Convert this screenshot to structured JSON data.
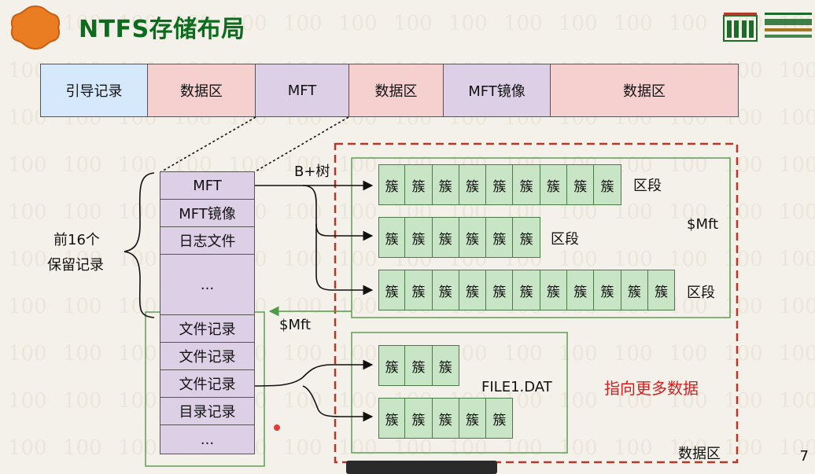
{
  "header": {
    "title": "NTFS存储布局"
  },
  "layout_bar": [
    {
      "label": "引导记录",
      "color": "#d6e8fb"
    },
    {
      "label": "数据区",
      "color": "#f6cfcf"
    },
    {
      "label": "MFT",
      "color": "#dccfe6"
    },
    {
      "label": "数据区",
      "color": "#f6cfcf"
    },
    {
      "label": "MFT镜像",
      "color": "#dccfe6"
    },
    {
      "label": "数据区",
      "color": "#f6cfcf"
    }
  ],
  "mft_rows": [
    "MFT",
    "MFT镜像",
    "日志文件",
    "...",
    "文件记录",
    "文件记录",
    "文件记录",
    "目录记录",
    "..."
  ],
  "labels": {
    "reserved_line1": "前16个",
    "reserved_line2": "保留记录",
    "btree": "B+树",
    "mft_ref": "$Mft",
    "mft_box": "$Mft",
    "extent1": "区段",
    "extent2": "区段",
    "extent3": "区段",
    "file1": "FILE1.DAT",
    "more_data": "指向更多数据",
    "data_area": "数据区",
    "page_number": "7"
  },
  "clusters": {
    "label": "簇",
    "row1": 9,
    "row2": 6,
    "row3": 11,
    "row4": 3,
    "row5": 5
  },
  "colors": {
    "title_green": "#0d6b1d",
    "accent_red": "#d22020",
    "cluster_fill": "#c8e6c5",
    "dashed_border": "#b5392a"
  }
}
